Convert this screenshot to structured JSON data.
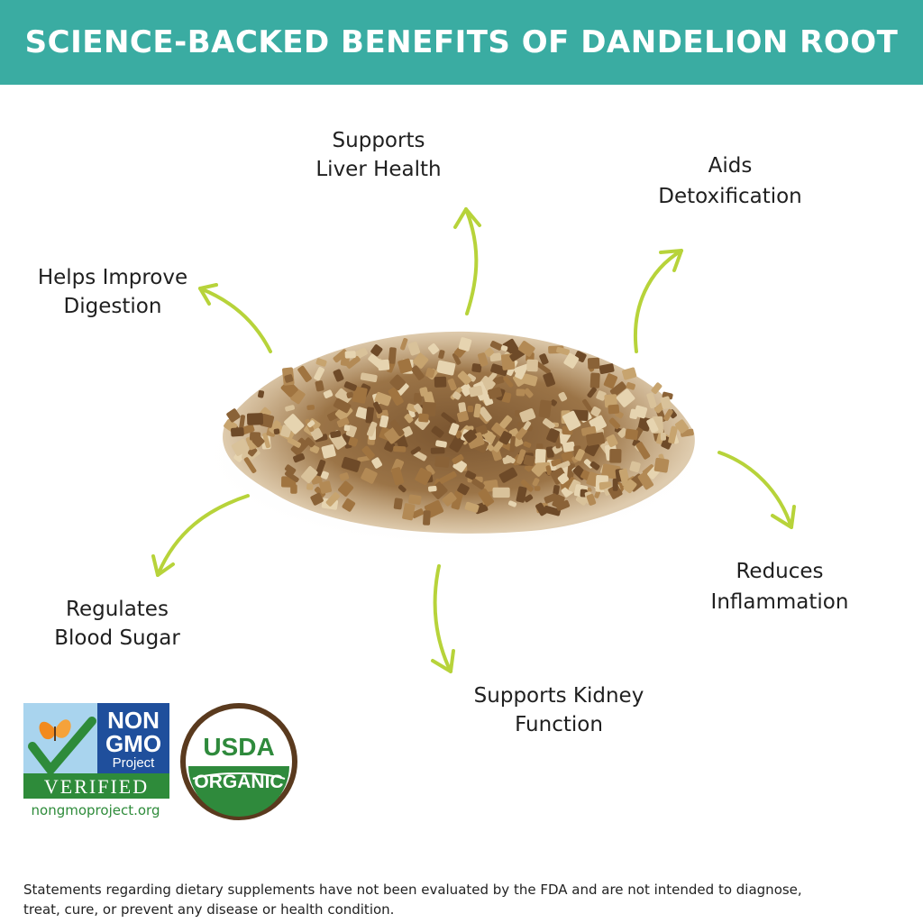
{
  "header": {
    "title": "SCIENCE-BACKED BENEFITS OF DANDELION ROOT"
  },
  "benefits": {
    "liver": {
      "line1": "Supports",
      "line2": "Liver Health"
    },
    "detox": {
      "line1": "Aids",
      "line2": "Detoxification"
    },
    "digestion": {
      "line1": "Helps Improve",
      "line2": "Digestion"
    },
    "blood_sugar": {
      "line1": "Regulates",
      "line2": "Blood Sugar"
    },
    "kidney": {
      "line1": "Supports Kidney",
      "line2": "Function"
    },
    "inflammation": {
      "line1": "Reduces",
      "line2": "Inflammation"
    }
  },
  "badges": {
    "nongmo": {
      "line1": "NON",
      "line2": "GMO",
      "line3": "Project",
      "verified": "VERIFIED",
      "site": "nongmoproject.org"
    },
    "usda": {
      "top": "USDA",
      "bottom": "ORGANIC"
    }
  },
  "disclaimer": {
    "line1": "Statements regarding dietary supplements have not been evaluated by the FDA and are not intended to diagnose,",
    "line2": "treat, cure, or prevent any disease or health condition."
  },
  "colors": {
    "banner": "#3aaca2",
    "arrow": "#b7d33a",
    "gmo_blue": "#1f4f9c",
    "gmo_green": "#2e8b3a",
    "usda_green": "#2f8a3c",
    "usda_brown": "#5a3a1e"
  }
}
